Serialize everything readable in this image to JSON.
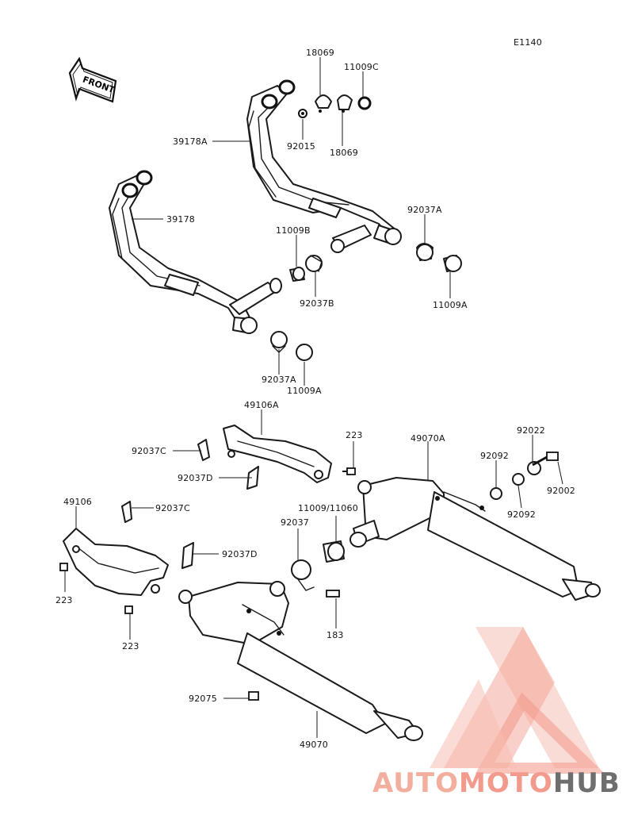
{
  "diagram": {
    "code": "E1140",
    "front_label": "FRONT",
    "watermark": {
      "brand_a": "AUTO",
      "brand_b": "MOTO",
      "brand_c": "HUB",
      "color_primary": "#f0968a",
      "color_secondary": "#555555"
    },
    "callouts": {
      "c18069_top": "18069",
      "c11009C": "11009C",
      "c39178A": "39178A",
      "c92015": "92015",
      "c18069_bot": "18069",
      "c39178": "39178",
      "c92037A_r": "92037A",
      "c11009B": "11009B",
      "c92037B": "92037B",
      "c11009A_r": "11009A",
      "c92037A_l": "92037A",
      "c11009A_l": "11009A",
      "c49106A": "49106A",
      "c223_top": "223",
      "c49070A": "49070A",
      "c92022": "92022",
      "c92037C_top": "92037C",
      "c92092_top": "92092",
      "c92037D_top": "92037D",
      "c92002": "92002",
      "c49106": "49106",
      "c92037C_mid": "92037C",
      "c11009_11060": "11009/11060",
      "c92092_bot": "92092",
      "c92037": "92037",
      "c92037D_mid": "92037D",
      "c223_left": "223",
      "c183": "183",
      "c223_bot": "223",
      "c92075": "92075",
      "c49070": "49070"
    }
  }
}
